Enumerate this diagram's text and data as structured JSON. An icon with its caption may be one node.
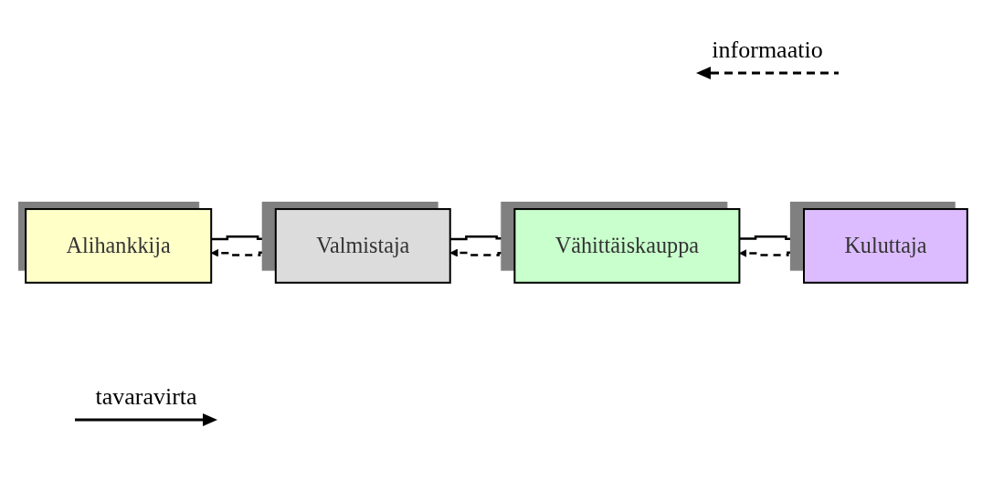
{
  "diagram": {
    "nodes": [
      {
        "text": [
          "Alihankkija"
        ]
      },
      {
        "text": [
          "Valmistaja"
        ]
      },
      {
        "text": [
          "Vähittäiskauppa"
        ]
      },
      {
        "text": [
          "Kuluttaja"
        ]
      }
    ],
    "edges": [
      {
        "from": 0,
        "to": 1,
        "arrow": "to"
      },
      {
        "from": 1,
        "to": 0,
        "arrow": "to",
        "style": "dashed"
      },
      {
        "from": 1,
        "to": 2,
        "arrow": "to"
      },
      {
        "from": 2,
        "to": 1,
        "arrow": "to",
        "style": "dashed"
      },
      {
        "from": 2,
        "to": 3,
        "arrow": "to"
      },
      {
        "from": 3,
        "to": 2,
        "arrow": "to",
        "style": "dashed"
      }
    ],
    "legend": [
      {
        "text": "informaatio"
      },
      {
        "text": "tavaravirta"
      }
    ]
  }
}
